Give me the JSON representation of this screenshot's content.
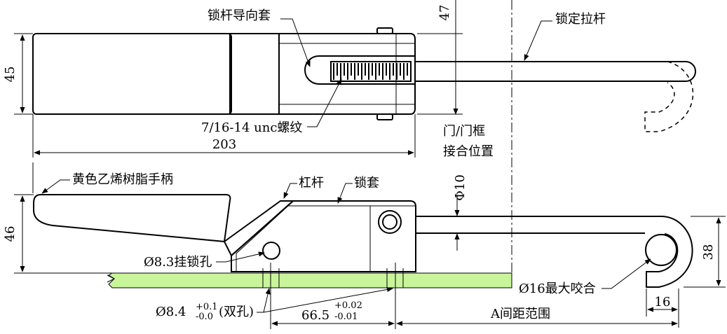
{
  "labels": {
    "guide_sleeve": "锁杆导向套",
    "lock_rod": "锁定拉杆",
    "thread": "7/16-14 unc螺纹",
    "door_frame_line1": "门/门框",
    "door_frame_line2": "接合位置",
    "handle": "黄色乙烯树脂手柄",
    "lever": "杠杆",
    "lock_sleeve": "锁套",
    "padlock_hole": "Ø8.3挂锁孔",
    "double_hole_main": "Ø8.4",
    "double_hole_tol_upper": "+0.1",
    "double_hole_tol_lower": "-0.0",
    "double_hole_suffix": "(双孔)",
    "max_bite": "Ø16最大咬合",
    "a_range": "A间距范围"
  },
  "dimensions": {
    "top_height": "45",
    "top_width": "203",
    "top_right_height": "47",
    "side_height": "46",
    "rod_diameter": "Φ10",
    "hook_height": "38",
    "hook_width": "16",
    "hole_spacing_main": "66.5",
    "hole_spacing_tol_upper": "+0.02",
    "hole_spacing_tol_lower": "-0.01"
  },
  "colors": {
    "base_plate": "#c8f59a",
    "line": "#000000"
  }
}
